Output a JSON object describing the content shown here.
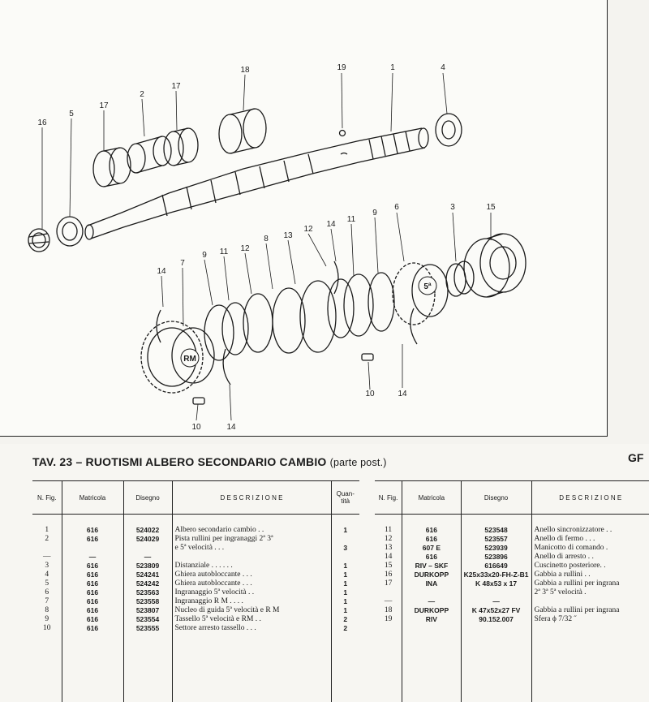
{
  "document": {
    "title": "TAV. 23 – RUOTISMI  ALBERO SECONDARIO CAMBIO",
    "subtitle": "(parte post.)",
    "page_code": "GF"
  },
  "diagram": {
    "callouts": [
      "1",
      "2",
      "3",
      "4",
      "5",
      "6",
      "7",
      "8",
      "9",
      "10",
      "11",
      "12",
      "13",
      "14",
      "15",
      "16",
      "17",
      "18",
      "19"
    ],
    "gear_marks": [
      "RM",
      "5ª"
    ]
  },
  "table": {
    "headers": {
      "fig": "N. Fig.",
      "matricola": "Matricola",
      "disegno": "Disegno",
      "descrizione": "D E S C R I Z I O N E",
      "quantita": "Quan-tità"
    },
    "left_rows": [
      {
        "fig": "1",
        "matricola": "616",
        "disegno": "524022",
        "descrizione": "Albero secondario cambio . .",
        "qty": "1"
      },
      {
        "fig": "2",
        "matricola": "616",
        "disegno": "524029",
        "descrizione": "Pista rullini per ingranaggi 2ª 3ª",
        "qty": ""
      },
      {
        "fig": "",
        "matricola": "",
        "disegno": "",
        "descrizione": "e 5ª velocità . . .",
        "qty": "3"
      },
      {
        "fig": "—",
        "matricola": "—",
        "disegno": "—",
        "descrizione": "",
        "qty": ""
      },
      {
        "fig": "3",
        "matricola": "616",
        "disegno": "523809",
        "descrizione": "Distanziale . . . . . .",
        "qty": "1"
      },
      {
        "fig": "4",
        "matricola": "616",
        "disegno": "524241",
        "descrizione": "Ghiera autobloccante . . .",
        "qty": "1"
      },
      {
        "fig": "5",
        "matricola": "616",
        "disegno": "524242",
        "descrizione": "Ghiera autobloccante . . .",
        "qty": "1"
      },
      {
        "fig": "6",
        "matricola": "616",
        "disegno": "523563",
        "descrizione": "Ingranaggio 5ª velocità . .",
        "qty": "1"
      },
      {
        "fig": "7",
        "matricola": "616",
        "disegno": "523558",
        "descrizione": "Ingranaggio R M . . . .",
        "qty": "1"
      },
      {
        "fig": "8",
        "matricola": "616",
        "disegno": "523807",
        "descrizione": "Nucleo di guida 5ª velocità e R M",
        "qty": "1"
      },
      {
        "fig": "9",
        "matricola": "616",
        "disegno": "523554",
        "descrizione": "Tassello 5ª velocità e RM . .",
        "qty": "2"
      },
      {
        "fig": "10",
        "matricola": "616",
        "disegno": "523555",
        "descrizione": "Settore arresto tassello . . .",
        "qty": "2"
      }
    ],
    "right_rows": [
      {
        "fig": "11",
        "matricola": "616",
        "disegno": "523548",
        "descrizione": "Anello sincronizzatore . ."
      },
      {
        "fig": "12",
        "matricola": "616",
        "disegno": "523557",
        "descrizione": "Anello di fermo . . ."
      },
      {
        "fig": "13",
        "matricola": "607 E",
        "disegno": "523939",
        "descrizione": "Manicotto di comando ."
      },
      {
        "fig": "14",
        "matricola": "616",
        "disegno": "523896",
        "descrizione": "Anello di arresto . ."
      },
      {
        "fig": "15",
        "matricola": "RIV – SKF",
        "disegno": "616649",
        "descrizione": "Cuscinetto posteriore. ."
      },
      {
        "fig": "16",
        "matricola": "DURKOPP",
        "disegno": "K25x33x20-FH-Z-B1",
        "descrizione": "Gabbia a rullini . ."
      },
      {
        "fig": "17",
        "matricola": "INA",
        "disegno": "K 48x53 x 17",
        "descrizione": "Gabbia a rullini per ingrana"
      },
      {
        "fig": "",
        "matricola": "",
        "disegno": "",
        "descrizione": "2ª 3ª 5ª velocità ."
      },
      {
        "fig": "—",
        "matricola": "—",
        "disegno": "—",
        "descrizione": ""
      },
      {
        "fig": "18",
        "matricola": "DURKOPP",
        "disegno": "K 47x52x27 FV",
        "descrizione": "Gabbia a rullini per ingrana"
      },
      {
        "fig": "19",
        "matricola": "RIV",
        "disegno": "90.152.007",
        "descrizione": "Sfera ϕ 7/32 ˝"
      }
    ]
  }
}
